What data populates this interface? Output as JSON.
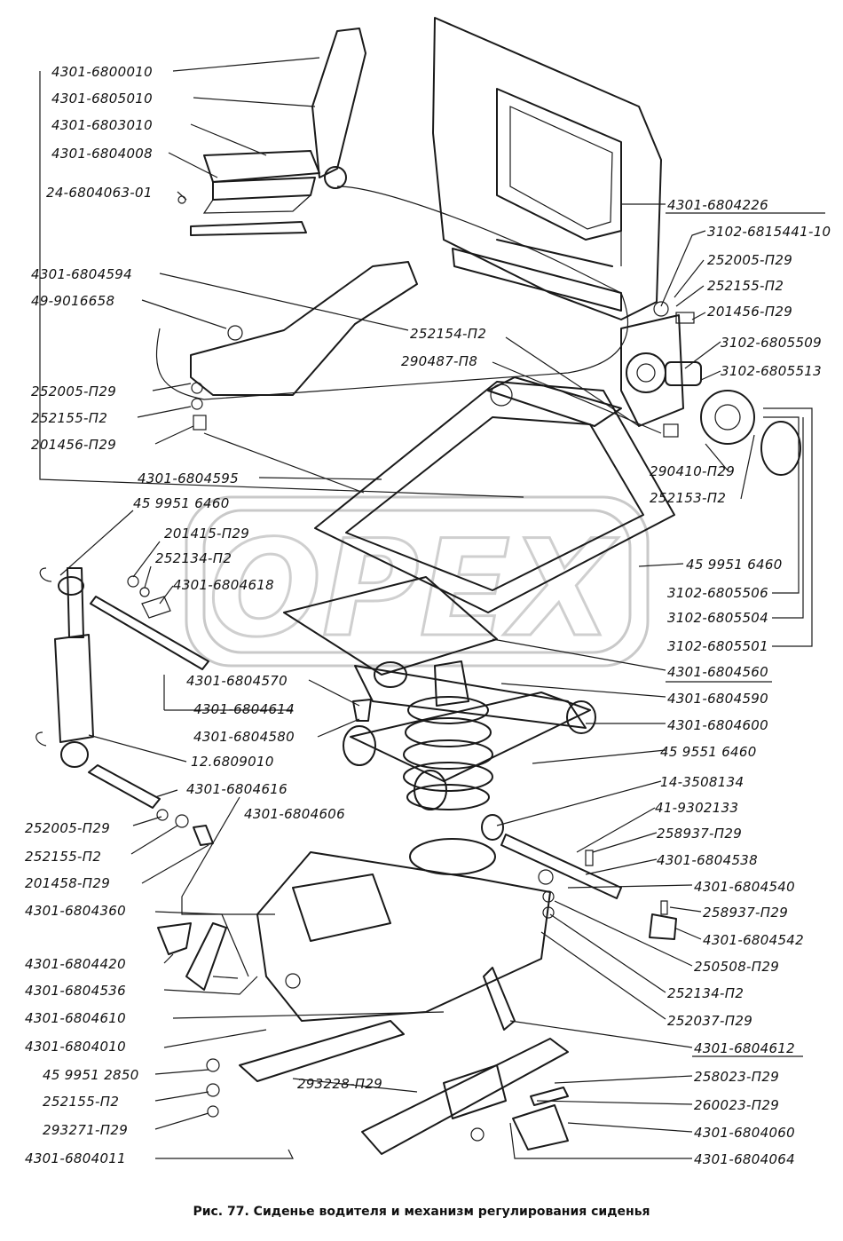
{
  "caption": "Рис. 77. Сиденье водителя и механизм регулирования сиденья",
  "watermark": "OPEX",
  "callouts": [
    {
      "id": "c1",
      "text": "4301-6800010"
    },
    {
      "id": "c2",
      "text": "4301-6805010"
    },
    {
      "id": "c3",
      "text": "4301-6803010"
    },
    {
      "id": "c4",
      "text": "4301-6804008"
    },
    {
      "id": "c5",
      "text": "24-6804063-01"
    },
    {
      "id": "c6",
      "text": "4301-6804594"
    },
    {
      "id": "c7",
      "text": "49-9016658"
    },
    {
      "id": "c8",
      "text": "252005-П29"
    },
    {
      "id": "c9",
      "text": "252155-П2"
    },
    {
      "id": "c10",
      "text": "201456-П29"
    },
    {
      "id": "c11",
      "text": "4301-6804595"
    },
    {
      "id": "c12",
      "text": "45 9951 6460"
    },
    {
      "id": "c13",
      "text": "201415-П29"
    },
    {
      "id": "c14",
      "text": "252134-П2"
    },
    {
      "id": "c15",
      "text": "4301-6804618"
    },
    {
      "id": "c16",
      "text": "4301-6804570"
    },
    {
      "id": "c17",
      "text": "4301-6804614"
    },
    {
      "id": "c18",
      "text": "4301-6804580"
    },
    {
      "id": "c19",
      "text": "12.6809010"
    },
    {
      "id": "c20",
      "text": "4301-6804616"
    },
    {
      "id": "c21",
      "text": "4301-6804606"
    },
    {
      "id": "c22",
      "text": "252005-П29"
    },
    {
      "id": "c23",
      "text": "252155-П2"
    },
    {
      "id": "c24",
      "text": "201458-П29"
    },
    {
      "id": "c25",
      "text": "4301-6804360"
    },
    {
      "id": "c26",
      "text": "4301-6804420"
    },
    {
      "id": "c27",
      "text": "4301-6804536"
    },
    {
      "id": "c28",
      "text": "4301-6804610"
    },
    {
      "id": "c29",
      "text": "4301-6804010"
    },
    {
      "id": "c30",
      "text": "45 9951 2850"
    },
    {
      "id": "c31",
      "text": "252155-П2"
    },
    {
      "id": "c32",
      "text": "293271-П29"
    },
    {
      "id": "c33",
      "text": "4301-6804011"
    },
    {
      "id": "c34",
      "text": "293228-П29"
    },
    {
      "id": "c35",
      "text": "4301-6804226"
    },
    {
      "id": "c36",
      "text": "3102-6815441-10"
    },
    {
      "id": "c37",
      "text": "252005-П29"
    },
    {
      "id": "c38",
      "text": "252155-П2"
    },
    {
      "id": "c39",
      "text": "201456-П29"
    },
    {
      "id": "c40",
      "text": "252154-П2"
    },
    {
      "id": "c41",
      "text": "290487-П8"
    },
    {
      "id": "c42",
      "text": "3102-6805509"
    },
    {
      "id": "c43",
      "text": "3102-6805513"
    },
    {
      "id": "c44",
      "text": "290410-П29"
    },
    {
      "id": "c45",
      "text": "252153-П2"
    },
    {
      "id": "c46",
      "text": "45 9951 6460"
    },
    {
      "id": "c47",
      "text": "3102-6805506"
    },
    {
      "id": "c48",
      "text": "3102-6805504"
    },
    {
      "id": "c49",
      "text": "3102-6805501"
    },
    {
      "id": "c50",
      "text": "4301-6804560"
    },
    {
      "id": "c51",
      "text": "4301-6804590"
    },
    {
      "id": "c52",
      "text": "4301-6804600"
    },
    {
      "id": "c53",
      "text": "45 9551 6460"
    },
    {
      "id": "c54",
      "text": "14-3508134"
    },
    {
      "id": "c55",
      "text": "41-9302133"
    },
    {
      "id": "c56",
      "text": "258937-П29"
    },
    {
      "id": "c57",
      "text": "4301-6804538"
    },
    {
      "id": "c58",
      "text": "4301-6804540"
    },
    {
      "id": "c59",
      "text": "258937-П29"
    },
    {
      "id": "c60",
      "text": "4301-6804542"
    },
    {
      "id": "c61",
      "text": "250508-П29"
    },
    {
      "id": "c62",
      "text": "252134-П2"
    },
    {
      "id": "c63",
      "text": "252037-П29"
    },
    {
      "id": "c64",
      "text": "4301-6804612"
    },
    {
      "id": "c65",
      "text": "258023-П29"
    },
    {
      "id": "c66",
      "text": "260023-П29"
    },
    {
      "id": "c67",
      "text": "4301-6804060"
    },
    {
      "id": "c68",
      "text": "4301-6804064"
    }
  ]
}
